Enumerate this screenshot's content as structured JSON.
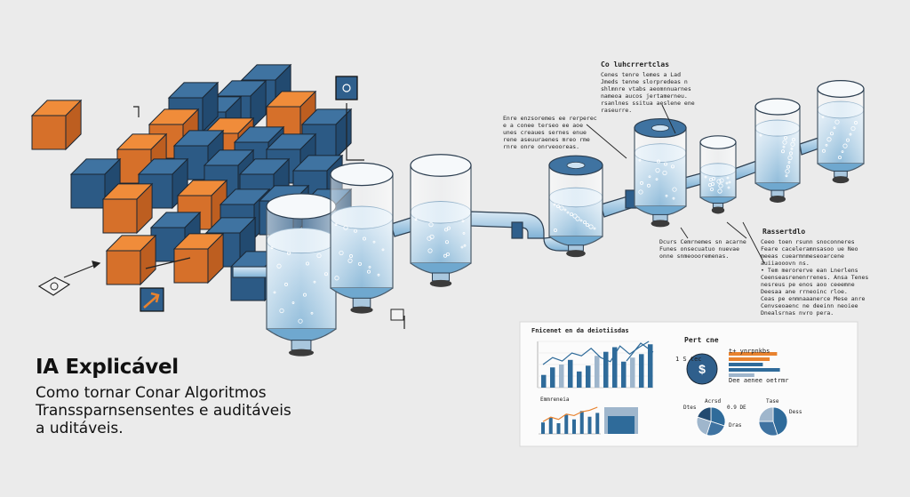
{
  "title": "IA Explicável",
  "subtitle_lines": [
    "Como tornar  Conar Algoritmos",
    "Transsparnsensentes e auditáveis",
    "a uditáveis."
  ],
  "annotations": {
    "top_right_title": "Co luhcrrertclas",
    "top_right_body": "Cenes  tenre  lemes   a  Lad\nJmeds  tenne  slorpredeas  n\nshlmnre  vtabs   aeomnnuarnes\nnameoa  aucos  jertamerneu.\nrsanlnes  ssitua  aeslene  ene\nraseurre.",
    "left_mid_body": "Enre  enzsoremes  ee  rerperec\ne  a  conee  terseo  ee  aoe\nunes  creaues  sernes  enue\nrene  aseuuraenes  mreo  rme\nrnre  onre  onrveooreas.",
    "center_body": "Dcurs  Cemrnemes  sn  acarne\nFunes  onsecuatuo  nuevae\nonne  snmeoooremenas.",
    "right_title": "Rassertdlo",
    "right_body": "Ceeo  toen  rsunn  snoconneres\nFeare  caceleramnsasoo  ue  Neo\nmeeas  cuearmnmeseoarcene\nauiiaooovn  ns.\n•  Tem  merorerve  ean  Lnerlens\nCeenseasrenenrrenes.  Ansa  Tenes\nnesreus  pe  enos  aoo  ceeemne\nDeesaa  ane  rrneoinc  rloe.\nCeas  pe  enmnaaanerce  Mese  anre\nCenvseoaenc  ne  deeinn  neoiee\nDnealsrnas  nvro  pera."
  },
  "dashboard": {
    "title": "Fnicenet  en  da  deiotiisdas",
    "panel2_title": "Pert  cne",
    "panel2_side": "1 S tec",
    "panel2_icon_label": "$",
    "panel2_legend": "t+  ynrpnkbs",
    "panel2_note": "Dee  aenee  oetrmr",
    "pie_labels": [
      "Dtes",
      "Acrsd",
      "0.9  DE",
      "Dras",
      "Tase",
      "Dess"
    ],
    "mini_legend": "Emmreneia",
    "colors": {
      "blue": "#2f6b9a",
      "orange": "#e8822e",
      "light": "#9fb6cc"
    }
  },
  "chart_data": [
    {
      "type": "bar",
      "title": "",
      "values": [
        22,
        35,
        40,
        48,
        28,
        38,
        55,
        62,
        70,
        45,
        52,
        58,
        75
      ],
      "line": [
        40,
        52,
        46,
        60,
        55,
        68,
        52,
        45,
        72,
        58,
        70,
        80
      ]
    },
    {
      "type": "bar",
      "orientation": "horizontal",
      "values": [
        85,
        72,
        60,
        90,
        45
      ],
      "colors": [
        "orange",
        "orange",
        "blue",
        "blue",
        "light"
      ]
    },
    {
      "type": "bar",
      "values": [
        30,
        42,
        28,
        50,
        38,
        60,
        45,
        55
      ],
      "line": [
        32,
        44,
        38,
        52,
        48,
        58,
        62,
        70
      ]
    }
  ]
}
